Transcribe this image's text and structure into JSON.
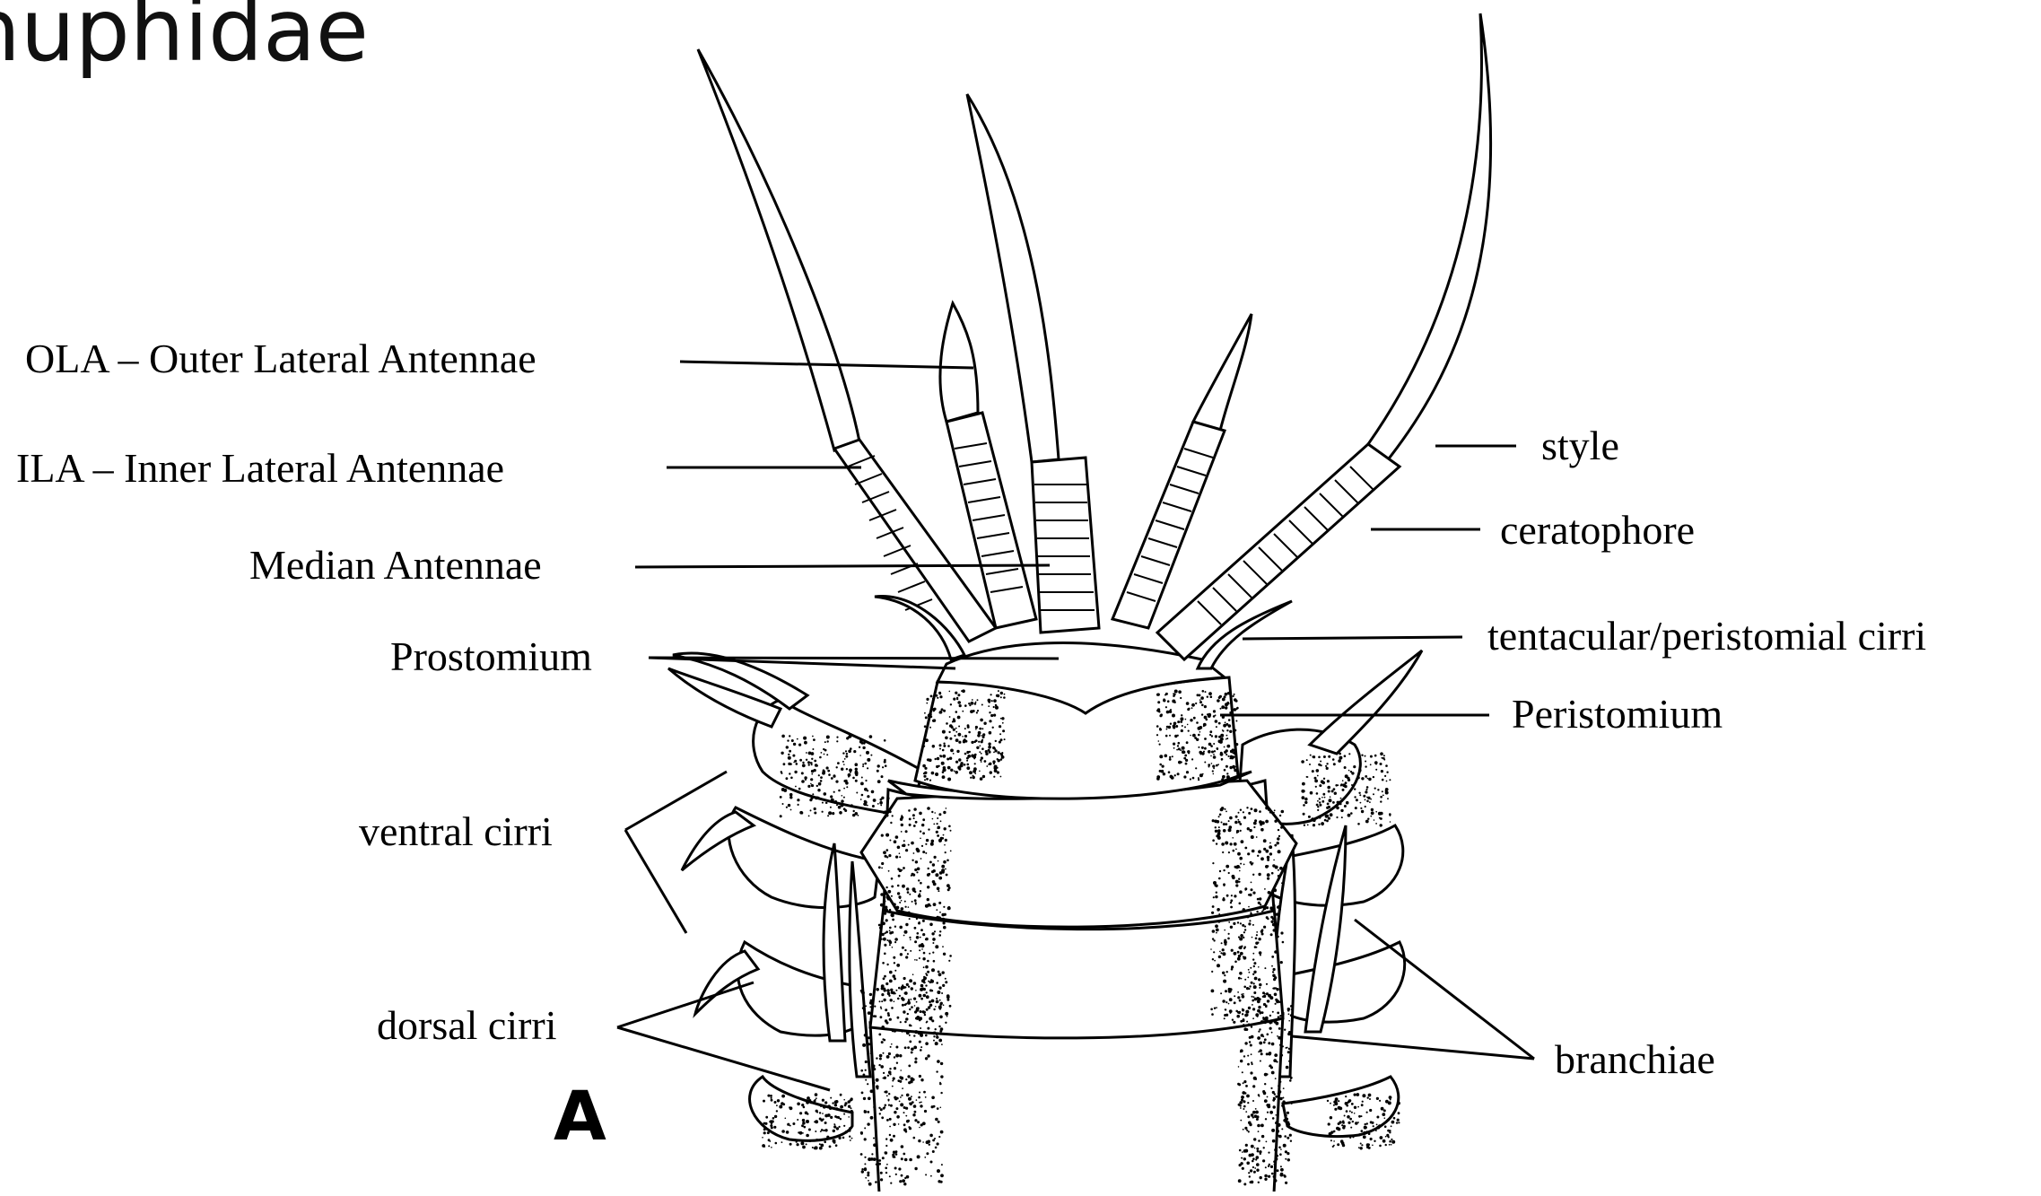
{
  "title": "nuphidae",
  "panel_label": "A",
  "labels": {
    "ola": "OLA – Outer Lateral Antennae",
    "ila": "ILA – Inner Lateral Antennae",
    "median": "Median Antennae",
    "prostomium": "Prostomium",
    "ventral_cirri": "ventral cirri",
    "dorsal_cirri": "dorsal cirri",
    "style": "style",
    "ceratophore": "ceratophore",
    "tentacular": "tentacular/peristomial cirri",
    "peristomium": "Peristomium",
    "branchiae": "branchiae"
  }
}
